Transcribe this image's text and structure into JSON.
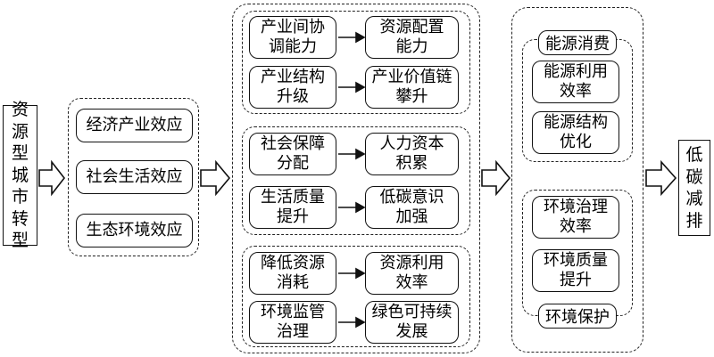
{
  "source": "资源型城市转型",
  "target": "低碳减排",
  "effects": [
    "经济产业效应",
    "社会生活效应",
    "生态环境效应"
  ],
  "mechanisms": {
    "economic": [
      {
        "left": "产业间协调能力",
        "right": "资源配置能力"
      },
      {
        "left": "产业结构升级",
        "right": "产业价值链攀升"
      }
    ],
    "social": [
      {
        "left": "社会保障分配",
        "right": "人力资本积累"
      },
      {
        "left": "生活质量提升",
        "right": "低碳意识加强"
      }
    ],
    "ecological": [
      {
        "left": "降低资源消耗",
        "right": "资源利用效率"
      },
      {
        "left": "环境监管治理",
        "right": "绿色可持续发展"
      }
    ]
  },
  "outcomes": {
    "energy": {
      "title": "能源消费",
      "items": [
        "能源利用效率",
        "能源结构优化"
      ]
    },
    "environment": {
      "title": "环境保护",
      "items": [
        "环境治理效率",
        "环境质量提升"
      ]
    }
  }
}
